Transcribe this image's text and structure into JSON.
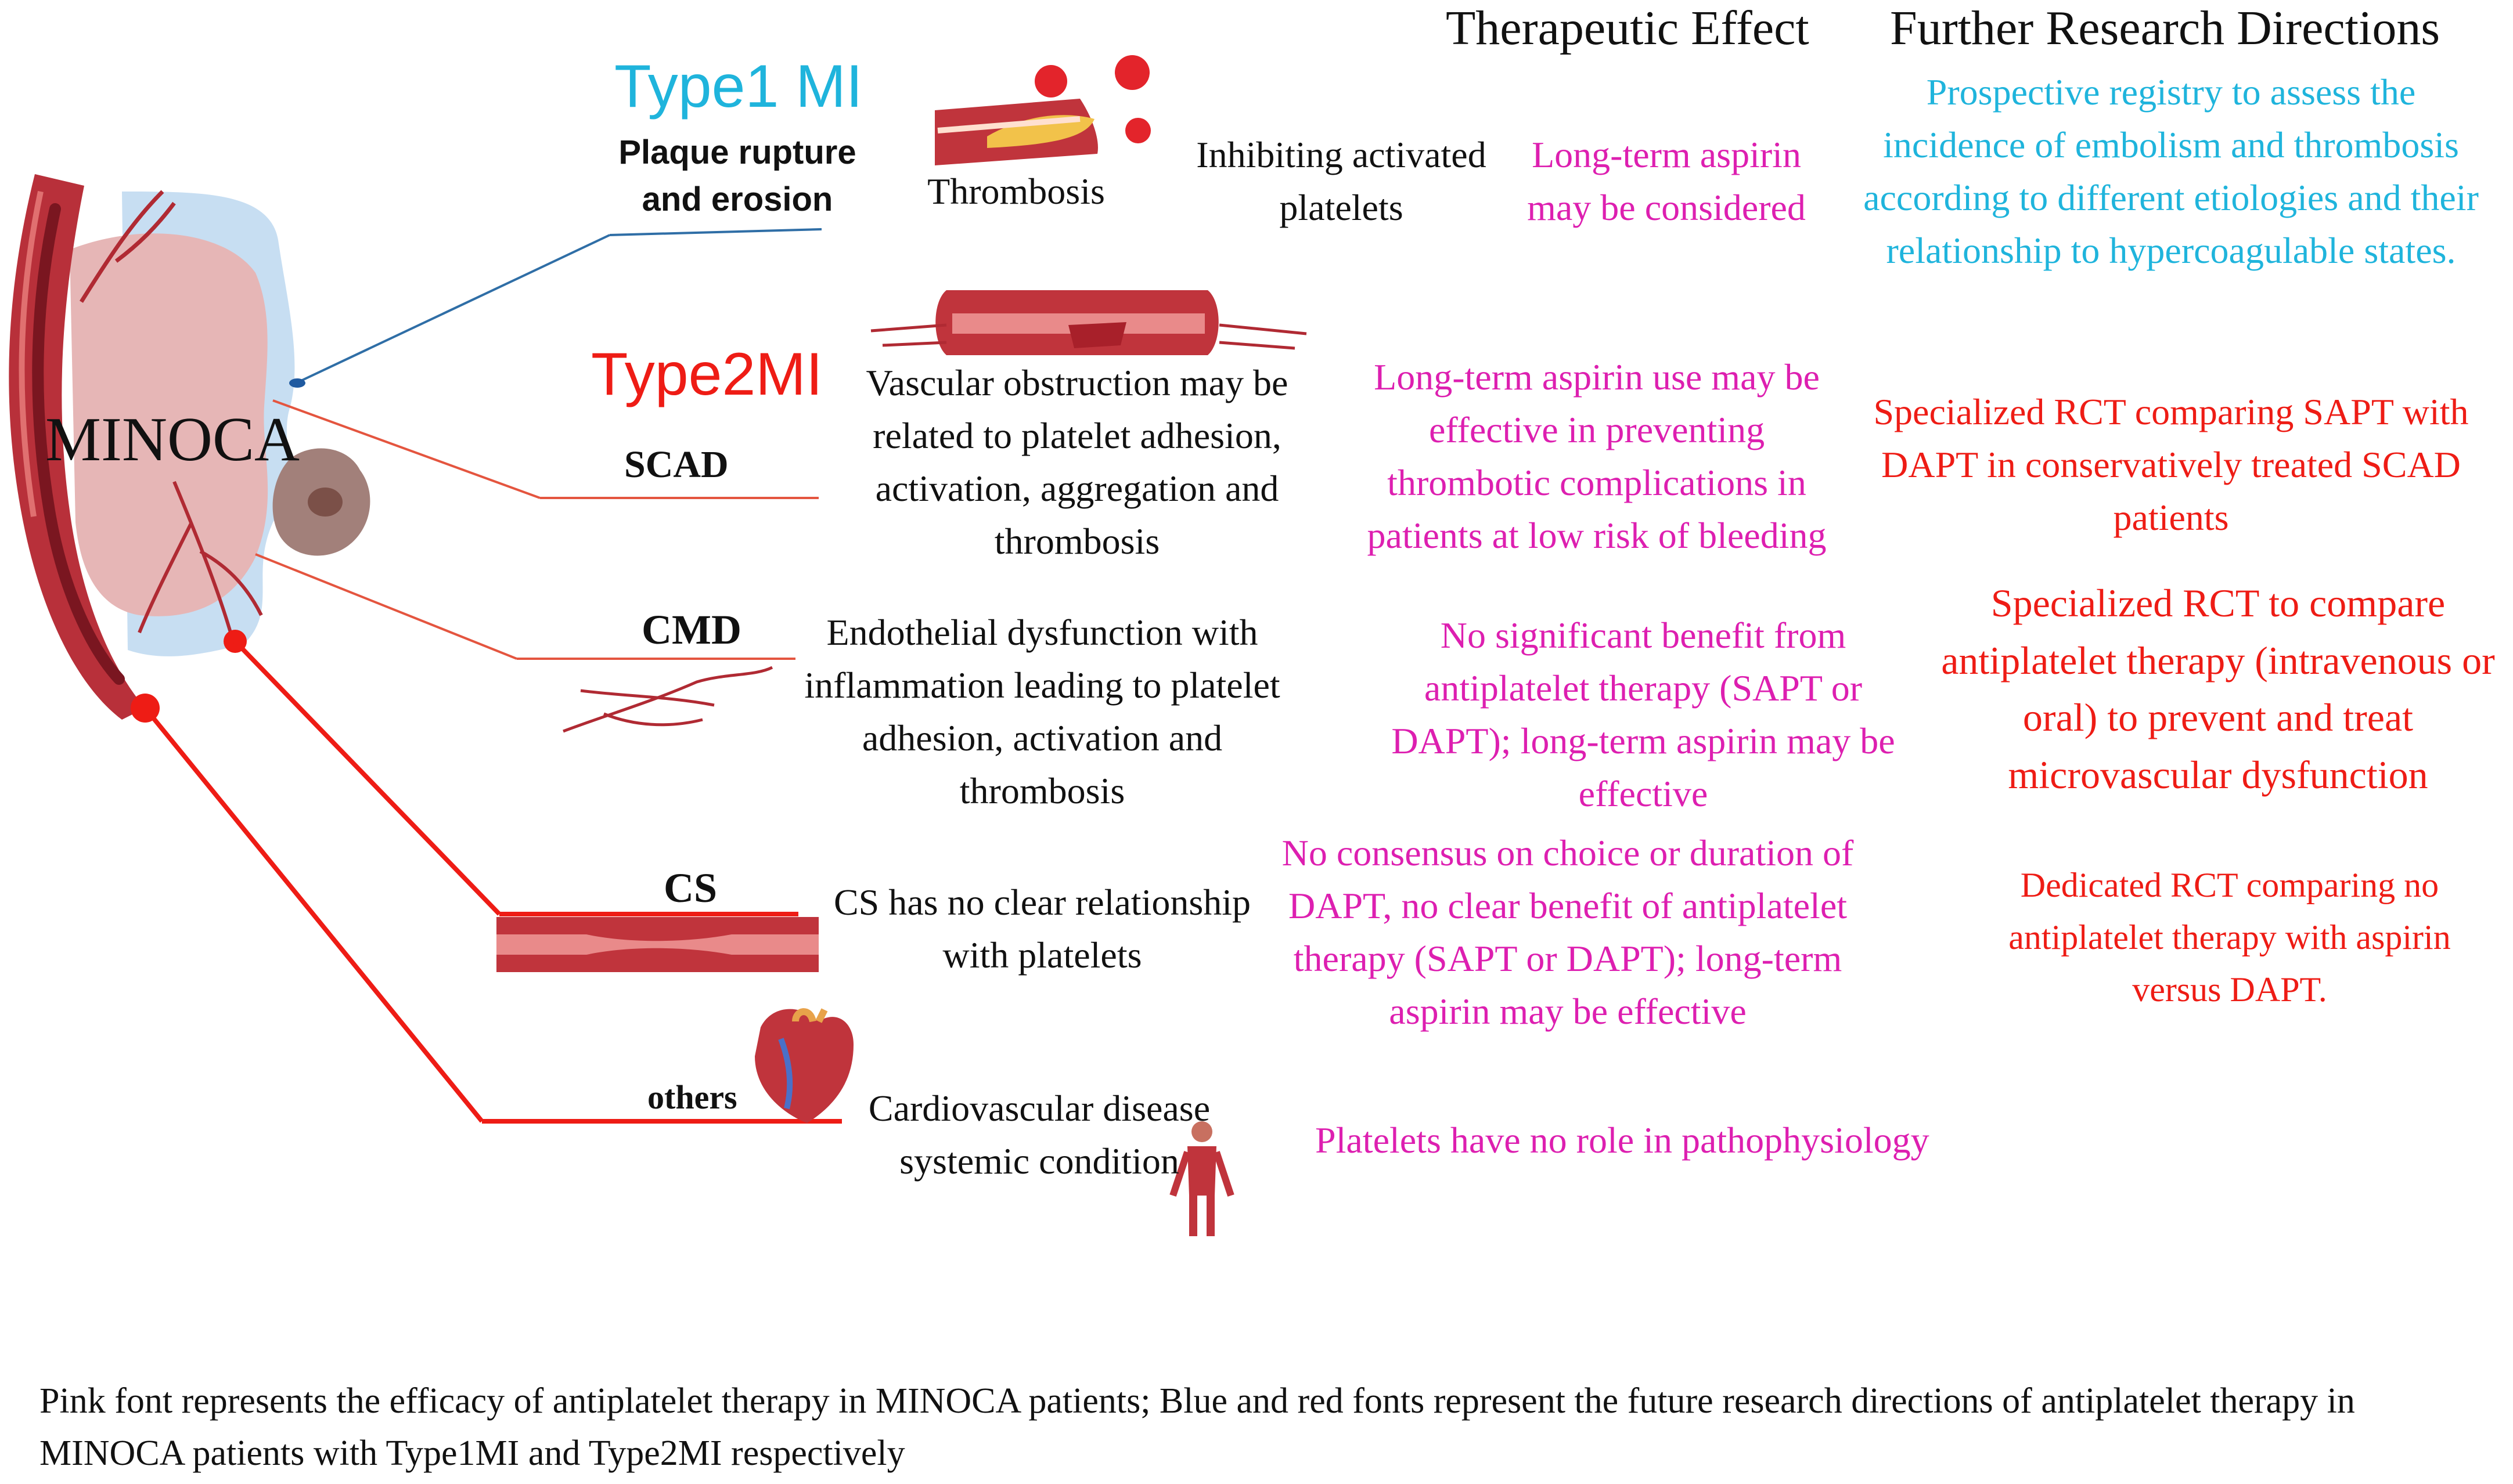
{
  "header": {
    "therapeutic_effect": "Therapeutic Effect",
    "further_research": "Further Research Directions"
  },
  "center": {
    "label": "MINOCA"
  },
  "colors": {
    "pink": "#dd1fb0",
    "blue": "#1fb4dc",
    "red": "#ee1c15"
  },
  "type1": {
    "title": "Type1 MI",
    "subtitle": "Plaque rupture\nand erosion",
    "image_label": "Thrombosis",
    "mechanism": "Inhibiting activated\nplatelets",
    "effect": "Long-term aspirin\nmay be considered",
    "research": "Prospective registry to assess the\nincidence of embolism and thrombosis\naccording to different etiologies and their\nrelationship to hypercoagulable states."
  },
  "type2": {
    "title": "Type2MI",
    "scad": {
      "label": "SCAD",
      "mechanism": "Vascular obstruction may be\nrelated to platelet adhesion,\nactivation, aggregation and\nthrombosis",
      "effect": "Long-term aspirin use may be\neffective in preventing\nthrombotic complications in\npatients at low risk of bleeding",
      "research": "Specialized RCT comparing SAPT with\nDAPT in conservatively treated SCAD\npatients"
    },
    "cmd": {
      "label": "CMD",
      "mechanism": "Endothelial dysfunction with\ninflammation leading to platelet\nadhesion, activation and\nthrombosis",
      "effect": "No significant benefit from\nantiplatelet therapy (SAPT or\nDAPT); long-term aspirin may be\neffective",
      "research": "Specialized RCT to compare\nantiplatelet therapy (intravenous or\noral) to prevent and treat\nmicrovascular dysfunction"
    },
    "cs": {
      "label": "CS",
      "mechanism": "CS has no clear relationship\nwith platelets",
      "effect": "No consensus on choice or duration of\nDAPT, no clear benefit of antiplatelet\ntherapy (SAPT or DAPT); long-term\naspirin may be effective",
      "research": "Dedicated RCT comparing no\nantiplatelet therapy with aspirin\nversus DAPT."
    },
    "others": {
      "label": "others",
      "mechanism": "Cardiovascular disease\nsystemic condition",
      "effect": "Platelets have no role in pathophysiology"
    }
  },
  "caption": "Pink font represents the efficacy of antiplatelet therapy in MINOCA patients;  Blue and red fonts represent the future research directions of antiplatelet therapy in MINOCA patients with Type1MI and Type2MI respectively"
}
